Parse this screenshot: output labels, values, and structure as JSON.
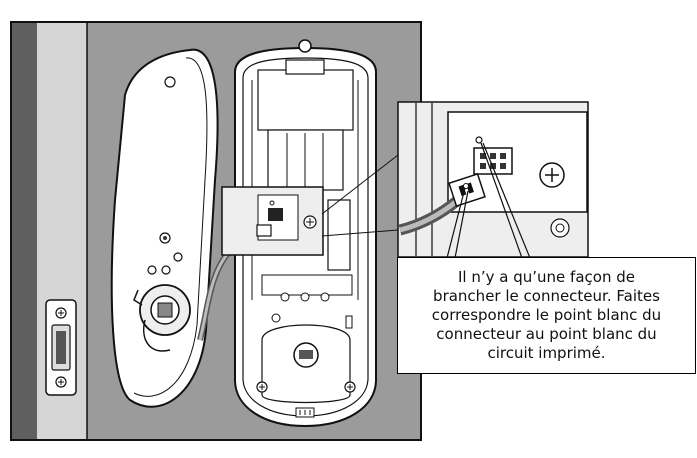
{
  "callout": {
    "lines": [
      "Il n’y a qu’une façon de",
      "brancher le connecteur. Faites",
      "correspondre le point blanc du",
      "connecteur au point blanc du",
      "circuit imprimé."
    ]
  },
  "colors": {
    "frame_dark": "#5f5f5f",
    "frame_light": "#d6d6d6",
    "wall": "#9b9b9b",
    "door_face": "#ffffff",
    "line": "#111111",
    "panel_light": "#eeeeee"
  },
  "icons": [
    "screw-icon",
    "connector-icon",
    "strike-plate-icon"
  ]
}
